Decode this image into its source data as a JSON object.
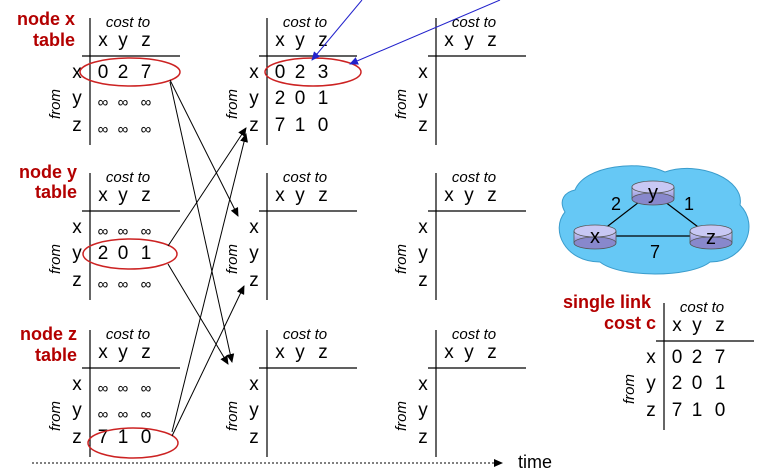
{
  "labels": {
    "cost_to": "cost to",
    "from": "from",
    "time": "time",
    "infinity": "∞"
  },
  "nodes": [
    "x",
    "y",
    "z"
  ],
  "node_tables": {
    "x": {
      "title_line1": "node x",
      "title_line2": "table",
      "snapshots": [
        [
          [
            "0",
            "2",
            "7"
          ],
          [
            "∞",
            "∞",
            "∞"
          ],
          [
            "∞",
            "∞",
            "∞"
          ]
        ],
        [
          [
            "0",
            "2",
            "3"
          ],
          [
            "2",
            "0",
            "1"
          ],
          [
            "7",
            "1",
            "0"
          ]
        ],
        [
          [
            "",
            "",
            ""
          ],
          [
            "",
            "",
            ""
          ],
          [
            "",
            "",
            ""
          ]
        ]
      ]
    },
    "y": {
      "title_line1": "node y",
      "title_line2": "table",
      "snapshots": [
        [
          [
            "∞",
            "∞",
            "∞"
          ],
          [
            "2",
            "0",
            "1"
          ],
          [
            "∞",
            "∞",
            "∞"
          ]
        ],
        [
          [
            "",
            "",
            ""
          ],
          [
            "",
            "",
            ""
          ],
          [
            "",
            "",
            ""
          ]
        ],
        [
          [
            "",
            "",
            ""
          ],
          [
            "",
            "",
            ""
          ],
          [
            "",
            "",
            ""
          ]
        ]
      ]
    },
    "z": {
      "title_line1": "node z",
      "title_line2": "table",
      "snapshots": [
        [
          [
            "∞",
            "∞",
            "∞"
          ],
          [
            "∞",
            "∞",
            "∞"
          ],
          [
            "7",
            "1",
            "0"
          ]
        ],
        [
          [
            "",
            "",
            ""
          ],
          [
            "",
            "",
            ""
          ],
          [
            "",
            "",
            ""
          ]
        ],
        [
          [
            "",
            "",
            ""
          ],
          [
            "",
            "",
            ""
          ],
          [
            "",
            "",
            ""
          ]
        ]
      ]
    }
  },
  "single_link": {
    "title_line1": "single link",
    "title_line2": "cost c",
    "values": [
      [
        "0",
        "2",
        "7"
      ],
      [
        "2",
        "0",
        "1"
      ],
      [
        "7",
        "1",
        "0"
      ]
    ]
  },
  "graph": {
    "nodes": [
      "x",
      "y",
      "z"
    ],
    "edges": [
      {
        "from": "x",
        "to": "y",
        "cost": "2"
      },
      {
        "from": "y",
        "to": "z",
        "cost": "1"
      },
      {
        "from": "x",
        "to": "z",
        "cost": "7"
      }
    ],
    "cloud_color": "#66c8f5",
    "router_color": "#b8b8ee"
  },
  "colors": {
    "title": "#b30000",
    "ellipse": "#cc2222",
    "arrow_blue": "#2222cc"
  }
}
